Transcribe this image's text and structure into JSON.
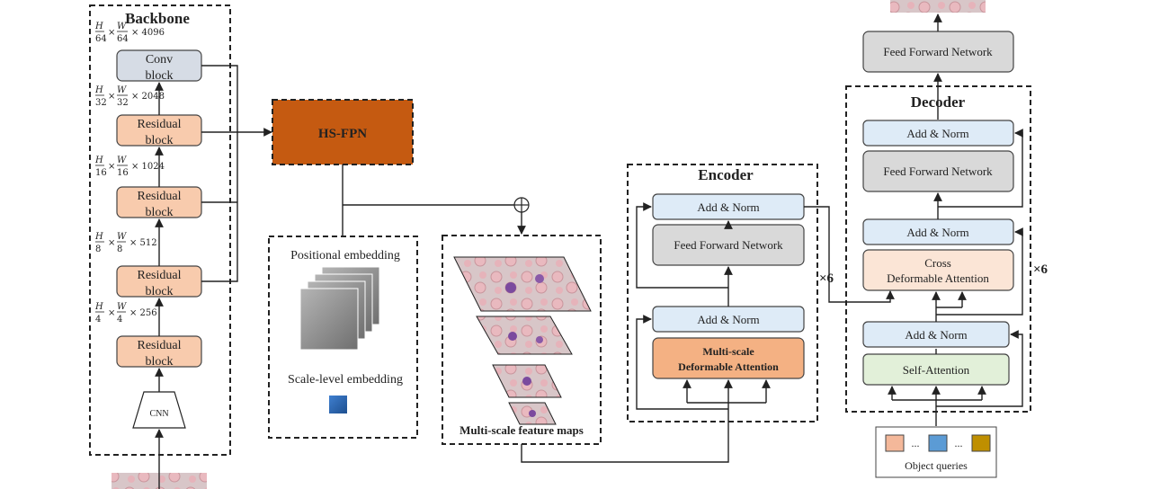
{
  "backbone": {
    "title": "Backbone",
    "conv_line1": "Conv",
    "conv_line2": "block",
    "res_line1": "Residual",
    "res_line2": "block",
    "cnn": "CNN",
    "dims": [
      {
        "h": "H",
        "hd": "64",
        "w": "W",
        "wd": "64",
        "c": "× 4096"
      },
      {
        "h": "H",
        "hd": "32",
        "w": "W",
        "wd": "32",
        "c": "× 2048"
      },
      {
        "h": "H",
        "hd": "16",
        "w": "W",
        "wd": "16",
        "c": "× 1024"
      },
      {
        "h": "H",
        "hd": "8",
        "w": "W",
        "wd": "8",
        "c": "× 512"
      },
      {
        "h": "H",
        "hd": "4",
        "w": "W",
        "wd": "4",
        "c": "× 256"
      }
    ],
    "times": "×"
  },
  "hsfpn": {
    "label": "HS-FPN"
  },
  "embedding": {
    "positional": "Positional embedding",
    "scale_level": "Scale-level embedding"
  },
  "feature_maps": {
    "label": "Multi-scale feature maps"
  },
  "plus_symbol": "+",
  "encoder": {
    "title": "Encoder",
    "add_norm": "Add & Norm",
    "ffn": "Feed Forward Network",
    "msda_line1": "Multi-scale",
    "msda_line2": "Deformable Attention",
    "repeat": "×6"
  },
  "decoder": {
    "title": "Decoder",
    "add_norm": "Add & Norm",
    "ffn": "Feed Forward Network",
    "cross_line1": "Cross",
    "cross_line2": "Deformable Attention",
    "self_attn": "Self-Attention",
    "repeat": "×6"
  },
  "top_ffn": "Feed Forward Network",
  "object_queries": {
    "label": "Object queries",
    "dots": "...",
    "colors": [
      "#f4b89a",
      "#5b9bd5",
      "#bf8f00"
    ]
  },
  "colors": {
    "conv_fill": "#d6dce5",
    "residual_fill": "#f8cbad",
    "hsfpn_fill": "#c55a11",
    "add_norm_fill": "#deebf7",
    "ffn_fill": "#d9d9d9",
    "msda_fill": "#f4b183",
    "cross_fill": "#fbe5d6",
    "self_attn_fill": "#e2f0d9"
  }
}
